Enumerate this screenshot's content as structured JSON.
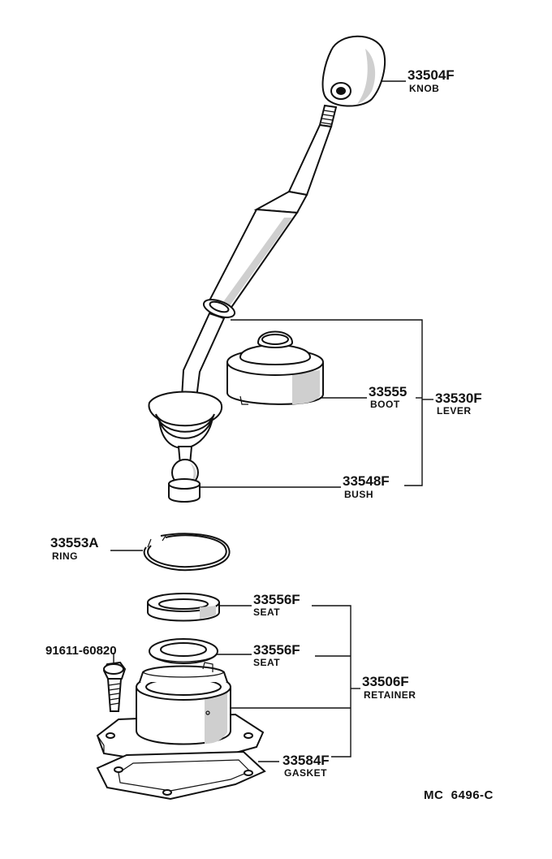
{
  "parts": {
    "knob": {
      "number": "33504F",
      "name": "KNOB"
    },
    "boot": {
      "number": "33555",
      "name": "BOOT"
    },
    "lever": {
      "number": "33530F",
      "name": "LEVER"
    },
    "bush": {
      "number": "33548F",
      "name": "BUSH"
    },
    "ring": {
      "number": "33553A",
      "name": "RING"
    },
    "seat_upper": {
      "number": "33556F",
      "name": "SEAT"
    },
    "seat_lower": {
      "number": "33556F",
      "name": "SEAT"
    },
    "bolt": {
      "number": "91611-60820",
      "name": ""
    },
    "retainer": {
      "number": "33506F",
      "name": "RETAINER"
    },
    "gasket": {
      "number": "33584F",
      "name": "GASKET"
    }
  },
  "diagram_code": "MC  6496-C"
}
